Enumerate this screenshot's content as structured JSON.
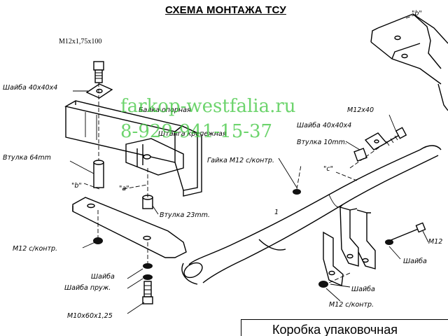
{
  "title": "СХЕМА МОНТАЖА ТСУ",
  "watermark": {
    "site": "farkop-westfalia.ru",
    "phone": "8-929-941-15-37",
    "color": "#3cc63c"
  },
  "labels": {
    "bolt_top": "M12x1,75x100",
    "washer_40_left": "Шайба 40х40х4",
    "bushing_64": "Втулка 64mm",
    "mark_b_left": "\"b\"",
    "mark_a": "\"a\"",
    "bushing_23": "Втулка 23mm.",
    "nut_m12_left": "M12 с/контр.",
    "washer_bottom": "Шайба",
    "washer_spring": "Шайба пруж.",
    "bolt_bottom": "M10x60x1,25",
    "bracket_left": "Балка опорная",
    "plate_mount": "Штанга крепежная",
    "mark_b_top": "\"b\"",
    "bolt_m12x40": "M12x40",
    "washer_40_right": "Шайба 40х40х4",
    "bushing_10": "Втулка 10mm.",
    "nut_m12_mid": "Гайка M12 с/контр.",
    "mark_c": "\"c\"",
    "part_1": "1",
    "bolt_m12_right": "M12",
    "washer_right": "Шайба",
    "washer_right_low": "Шайба",
    "nut_m12_bottom": "M12 с/контр."
  },
  "box_label": "Коробка упаковочная"
}
